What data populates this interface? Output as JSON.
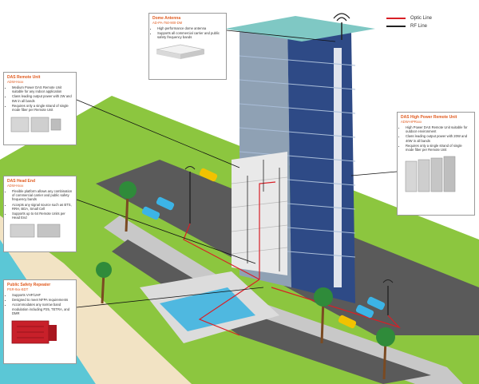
{
  "colors": {
    "optic": "#d81f26",
    "rf": "#222222",
    "accent": "#e05a1e",
    "glass": "#2e4a86",
    "grass": "#8cc63f",
    "sea": "#5bc7d6"
  },
  "legend": {
    "optic_label": "Optic Line",
    "rf_label": "RF Line"
  },
  "callouts": {
    "dome": {
      "title": "Dome Antenna",
      "sub": "AD-PA-750-900-DM",
      "bullets": [
        "High performance dome antenna",
        "Supports all commercial carrier and public safety frequency bands"
      ]
    },
    "remote": {
      "title": "DAS Remote Unit",
      "sub": "ADW-Hxxx",
      "bullets": [
        "Medium Power DAS Remote Unit suitable for any indoor application",
        "Class leading output power with 2W and 5W in all bands",
        "Requires only a single strand of single mode fiber per Remote Unit"
      ]
    },
    "highpower": {
      "title": "DAS High Power Remote Unit",
      "sub": "ADW-HPRxxx",
      "bullets": [
        "High Power DAS Remote Unit suitable for outdoor environment",
        "Class leading output power with 20W and 40W in all bands",
        "Requires only a single strand of single mode fiber per Remote Unit"
      ]
    },
    "headend": {
      "title": "DAS Head End",
      "sub": "ADW-Hxxx",
      "bullets": [
        "Flexible platform allows any combination of commercial carrier and public safety frequency bands",
        "Accepts any signal source such as BTS, RRH, BDA, Small Cell",
        "Supports up to 64 Remote Units per Head End"
      ]
    },
    "publicsafety": {
      "title": "Public Safety Repeater",
      "sub": "PSR-9xx-BDT",
      "bullets": [
        "Supports VHF/UHF",
        "Designed to meet NFPA requirements",
        "Accommodates any narrow band modulation including P25, TETRA, and DMR"
      ]
    }
  }
}
